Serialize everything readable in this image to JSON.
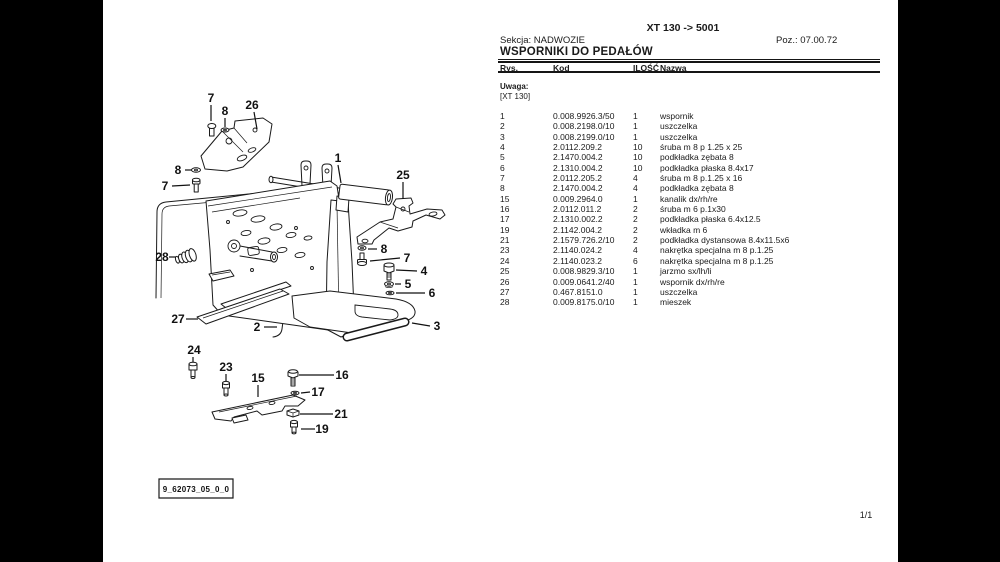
{
  "page": {
    "model": "XT 130 -> 5001",
    "section": "Sekcja: NADWOZIE",
    "position": "Poz.: 07.00.72",
    "title": "WSPORNIKI DO PEDAŁÓW",
    "note_label": "Uwaga:",
    "note_value": "[XT 130]",
    "page_number": "1/1",
    "paper_color": "#ffffff",
    "background_color": "#000000",
    "ink_color": "#1a1a1a"
  },
  "table": {
    "columns": [
      "Rys.",
      "Kod",
      "ILOŚĆ",
      "Nazwa"
    ],
    "rows": [
      {
        "rys": "1",
        "kod": "0.008.9926.3/50",
        "ilosc": "1",
        "nazwa": "wspornik"
      },
      {
        "rys": "2",
        "kod": "0.008.2198.0/10",
        "ilosc": "1",
        "nazwa": "uszczelka"
      },
      {
        "rys": "3",
        "kod": "0.008.2199.0/10",
        "ilosc": "1",
        "nazwa": "uszczelka"
      },
      {
        "rys": "4",
        "kod": "2.0112.209.2",
        "ilosc": "10",
        "nazwa": "śruba m 8 p 1.25 x 25"
      },
      {
        "rys": "5",
        "kod": "2.1470.004.2",
        "ilosc": "10",
        "nazwa": "podkładka zębata 8"
      },
      {
        "rys": "6",
        "kod": "2.1310.004.2",
        "ilosc": "10",
        "nazwa": "podkładka płaska 8.4x17"
      },
      {
        "rys": "7",
        "kod": "2.0112.205.2",
        "ilosc": "4",
        "nazwa": "śruba m 8 p.1.25 x 16"
      },
      {
        "rys": "8",
        "kod": "2.1470.004.2",
        "ilosc": "4",
        "nazwa": "podkładka zębata 8"
      },
      {
        "rys": "15",
        "kod": "0.009.2964.0",
        "ilosc": "1",
        "nazwa": "kanalik dx/rh/re"
      },
      {
        "rys": "16",
        "kod": "2.0112.011.2",
        "ilosc": "2",
        "nazwa": "śruba m 6 p.1x30"
      },
      {
        "rys": "17",
        "kod": "2.1310.002.2",
        "ilosc": "2",
        "nazwa": "podkładka płaska 6.4x12.5"
      },
      {
        "rys": "19",
        "kod": "2.1142.004.2",
        "ilosc": "2",
        "nazwa": "wkładka m 6"
      },
      {
        "rys": "21",
        "kod": "2.1579.726.2/10",
        "ilosc": "2",
        "nazwa": "podkładka dystansowa 8.4x11.5x6"
      },
      {
        "rys": "23",
        "kod": "2.1140.024.2",
        "ilosc": "4",
        "nazwa": "nakrętka specjalna m 8 p.1.25"
      },
      {
        "rys": "24",
        "kod": "2.1140.023.2",
        "ilosc": "6",
        "nazwa": "nakrętka specjalna m 8 p.1.25"
      },
      {
        "rys": "25",
        "kod": "0.008.9829.3/10",
        "ilosc": "1",
        "nazwa": "jarzmo sx/lh/li"
      },
      {
        "rys": "26",
        "kod": "0.009.0641.2/40",
        "ilosc": "1",
        "nazwa": "wspornik dx/rh/re"
      },
      {
        "rys": "27",
        "kod": "0.467.8151.0",
        "ilosc": "1",
        "nazwa": "uszczelka"
      },
      {
        "rys": "28",
        "kod": "0.009.8175.0/10",
        "ilosc": "1",
        "nazwa": "mieszek"
      }
    ]
  },
  "drawing": {
    "figure_code": "9_62073_05_0_0",
    "callouts": [
      {
        "n": "7",
        "t": [
          211,
          98
        ],
        "l": [
          211,
          105,
          211,
          121
        ]
      },
      {
        "n": "8",
        "t": [
          225,
          111
        ],
        "l": [
          225,
          118,
          225,
          127
        ]
      },
      {
        "n": "26",
        "t": [
          252,
          105
        ],
        "l": [
          254,
          112,
          257,
          129
        ]
      },
      {
        "n": "8",
        "t": [
          178,
          170
        ],
        "l": [
          185,
          170,
          192,
          170
        ]
      },
      {
        "n": "7",
        "t": [
          165,
          186
        ],
        "l": [
          172,
          186,
          190,
          185
        ]
      },
      {
        "n": "1",
        "t": [
          338,
          158
        ],
        "l": [
          338,
          165,
          341,
          183
        ]
      },
      {
        "n": "25",
        "t": [
          403,
          175
        ],
        "l": [
          403,
          182,
          403,
          199
        ]
      },
      {
        "n": "8",
        "t": [
          384,
          249
        ],
        "l": [
          377,
          249,
          368,
          249
        ]
      },
      {
        "n": "7",
        "t": [
          407,
          258
        ],
        "l": [
          400,
          258,
          370,
          261
        ]
      },
      {
        "n": "4",
        "t": [
          424,
          271
        ],
        "l": [
          417,
          271,
          396,
          270
        ]
      },
      {
        "n": "5",
        "t": [
          408,
          284
        ],
        "l": [
          401,
          284,
          395,
          284
        ]
      },
      {
        "n": "6",
        "t": [
          432,
          293
        ],
        "l": [
          425,
          293,
          396,
          293
        ]
      },
      {
        "n": "28",
        "t": [
          162,
          257
        ],
        "l": [
          169,
          257,
          176,
          257
        ]
      },
      {
        "n": "27",
        "t": [
          178,
          319
        ],
        "l": [
          186,
          319,
          198,
          319
        ]
      },
      {
        "n": "2",
        "t": [
          257,
          327
        ],
        "l": [
          264,
          327,
          277,
          327
        ]
      },
      {
        "n": "3",
        "t": [
          437,
          326
        ],
        "l": [
          430,
          326,
          412,
          323
        ]
      },
      {
        "n": "24",
        "t": [
          194,
          350
        ],
        "l": [
          193,
          357,
          193,
          362
        ]
      },
      {
        "n": "23",
        "t": [
          226,
          367
        ],
        "l": [
          226,
          374,
          226,
          381
        ]
      },
      {
        "n": "15",
        "t": [
          258,
          378
        ],
        "l": [
          258,
          385,
          258,
          397
        ]
      },
      {
        "n": "16",
        "t": [
          342,
          375
        ],
        "l": [
          334,
          375,
          299,
          375
        ]
      },
      {
        "n": "17",
        "t": [
          318,
          392
        ],
        "l": [
          310,
          392,
          301,
          393
        ]
      },
      {
        "n": "21",
        "t": [
          341,
          414
        ],
        "l": [
          333,
          414,
          300,
          414
        ]
      },
      {
        "n": "19",
        "t": [
          322,
          429
        ],
        "l": [
          315,
          429,
          301,
          429
        ]
      }
    ]
  }
}
